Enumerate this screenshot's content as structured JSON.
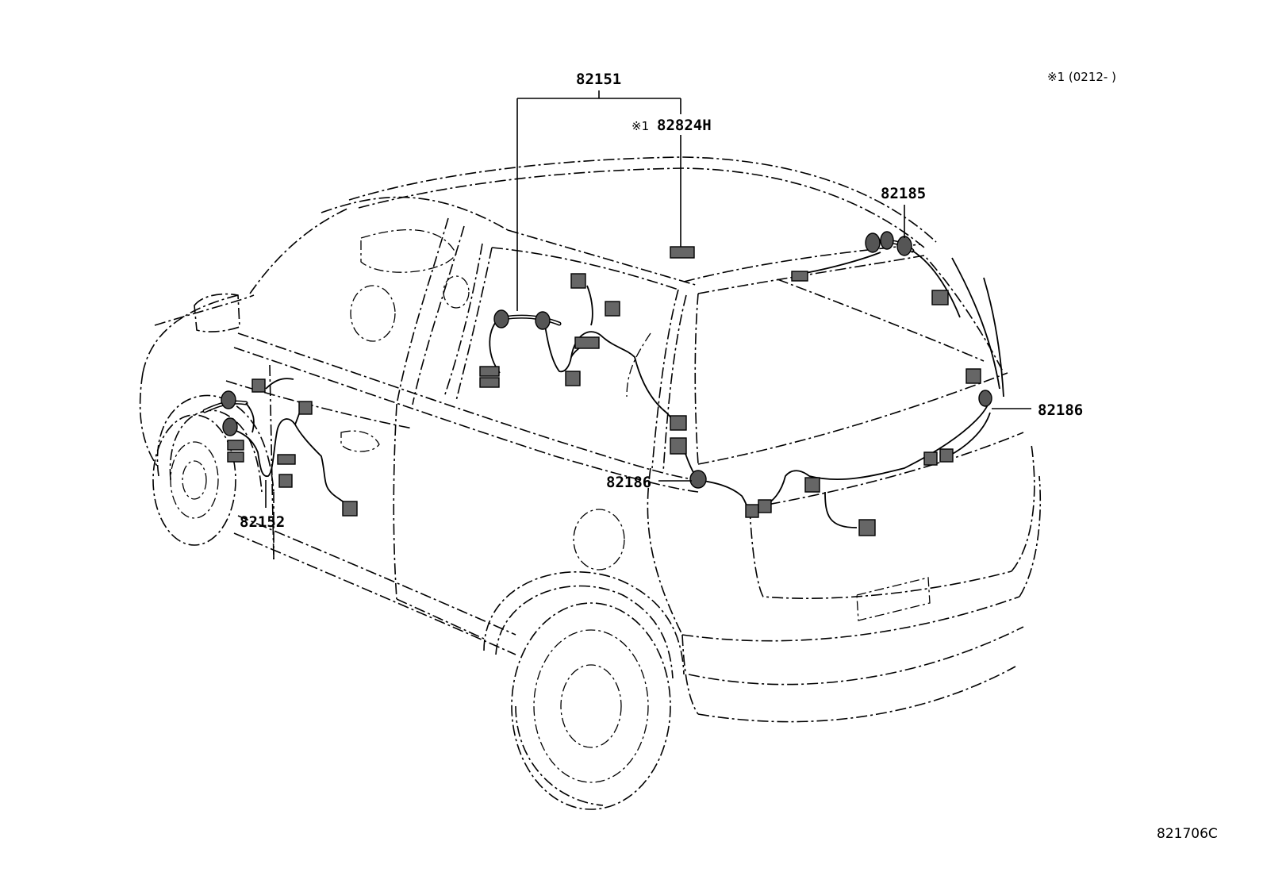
{
  "diagram": {
    "note": "※1 (0212-     )",
    "diagram_code": "821706C",
    "parts": [
      {
        "id": "82151",
        "label": "82151"
      },
      {
        "id": "82824H",
        "prefix": "※1",
        "label": "82824H"
      },
      {
        "id": "82185",
        "label": "82185"
      },
      {
        "id": "82186-right",
        "label": "82186"
      },
      {
        "id": "82186-center",
        "label": "82186"
      },
      {
        "id": "82152",
        "label": "82152"
      }
    ]
  }
}
